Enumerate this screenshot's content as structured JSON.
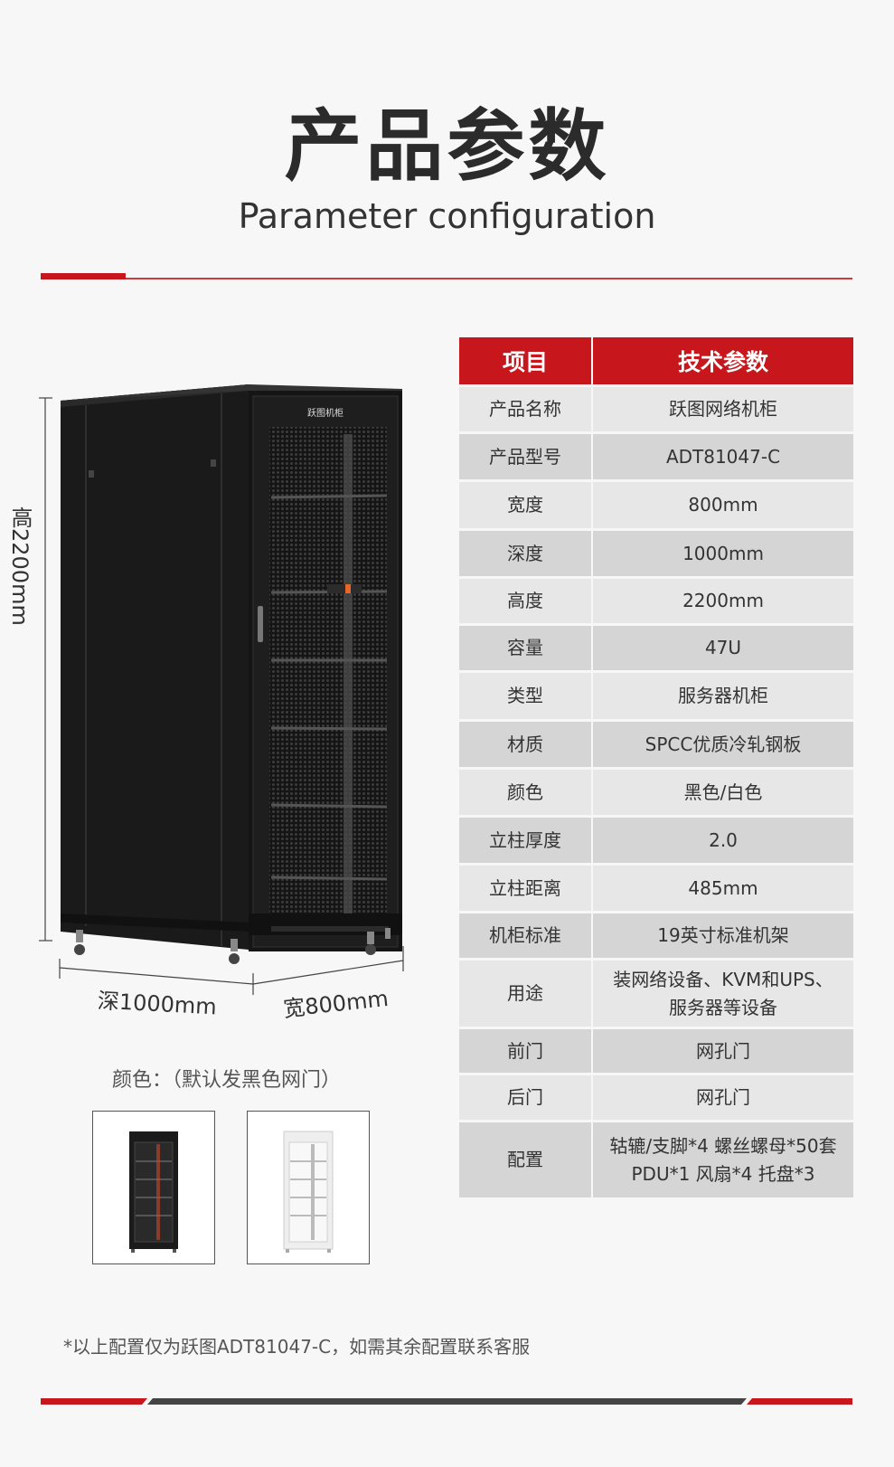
{
  "header": {
    "title_cn": "产品参数",
    "title_en": "Parameter configuration"
  },
  "table": {
    "headers": [
      "项目",
      "技术参数"
    ],
    "rows": [
      {
        "key": "产品名称",
        "value": [
          "跃图网络机柜"
        ]
      },
      {
        "key": "产品型号",
        "value": [
          "ADT81047-C"
        ]
      },
      {
        "key": "宽度",
        "value": [
          "800mm"
        ]
      },
      {
        "key": "深度",
        "value": [
          "1000mm"
        ]
      },
      {
        "key": "高度",
        "value": [
          "2200mm"
        ]
      },
      {
        "key": "容量",
        "value": [
          "47U"
        ]
      },
      {
        "key": "类型",
        "value": [
          "服务器机柜"
        ]
      },
      {
        "key": "材质",
        "value": [
          "SPCC优质冷轧钢板"
        ]
      },
      {
        "key": "颜色",
        "value": [
          "黑色/白色"
        ]
      },
      {
        "key": "立柱厚度",
        "value": [
          "2.0"
        ]
      },
      {
        "key": "立柱距离",
        "value": [
          "485mm"
        ]
      },
      {
        "key": "机柜标准",
        "value": [
          "19英寸标准机架"
        ]
      },
      {
        "key": "用途",
        "value": [
          "装网络设备、KVM和UPS、",
          "服务器等设备"
        ]
      },
      {
        "key": "前门",
        "value": [
          "网孔门"
        ]
      },
      {
        "key": "后门",
        "value": [
          "网孔门"
        ]
      },
      {
        "key": "配置",
        "value": [
          "轱辘/支脚*4 螺丝螺母*50套",
          "PDU*1 风扇*4  托盘*3"
        ]
      }
    ]
  },
  "product": {
    "brand_label": "跃图机柜",
    "dim_height": "高2200mm",
    "dim_depth": "深1000mm",
    "dim_width": "宽800mm"
  },
  "colors": {
    "label": "颜色：（默认发黑色网门）",
    "accent": "#c8161d"
  },
  "note": "*以上配置仅为跃图ADT81047-C，如需其余配置联系客服"
}
